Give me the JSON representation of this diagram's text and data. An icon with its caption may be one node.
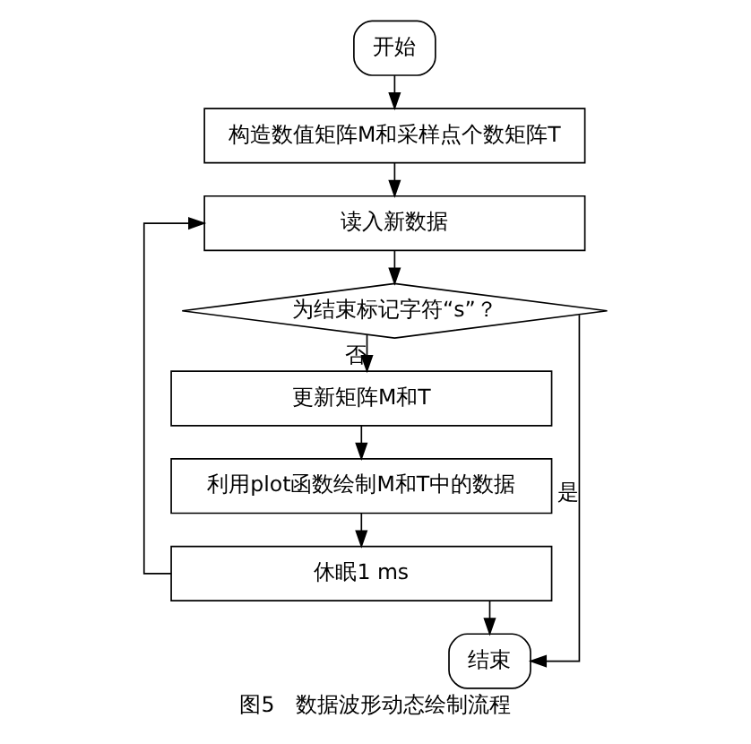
{
  "diagram": {
    "caption": "图5　数据波形动态绘制流程",
    "nodes": [
      {
        "text": [
          "开始"
        ]
      },
      {
        "text": [
          "构造数值矩阵M和采样点个数矩阵T"
        ]
      },
      {
        "text": [
          "读入新数据"
        ]
      },
      {
        "text": [
          "为结束标记字符“s”？"
        ]
      },
      {
        "text": [
          "更新矩阵M和T"
        ]
      },
      {
        "text": [
          "利用plot函数绘制M和T中的数据"
        ]
      },
      {
        "text": [
          "休眠1 ms"
        ]
      },
      {
        "text": [
          "结束"
        ]
      }
    ],
    "edges": [
      {
        "from": 0,
        "to": 1,
        "arrow": "to"
      },
      {
        "from": 1,
        "to": 2,
        "arrow": "to"
      },
      {
        "from": 2,
        "to": 3,
        "arrow": "to"
      },
      {
        "from": 3,
        "to": 4,
        "arrow": "to",
        "label": "否"
      },
      {
        "from": 4,
        "to": 5,
        "arrow": "to"
      },
      {
        "from": 5,
        "to": 6,
        "arrow": "to"
      },
      {
        "from": 6,
        "to": 2,
        "arrow": "to"
      },
      {
        "from": 6,
        "to": 7,
        "arrow": "to"
      },
      {
        "from": 3,
        "to": 7,
        "arrow": "to",
        "label": "是"
      }
    ]
  }
}
